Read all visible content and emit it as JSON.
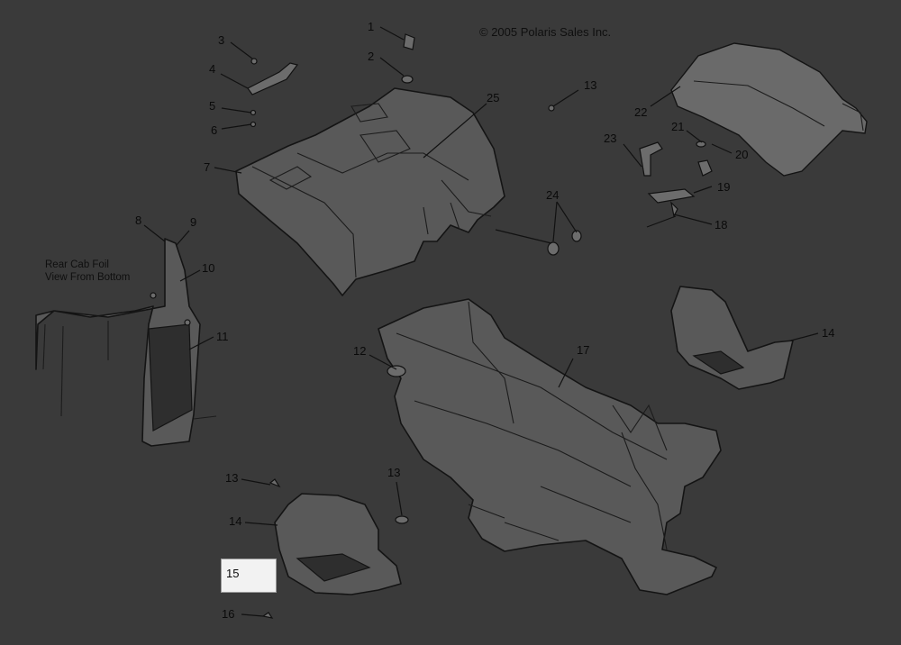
{
  "copyright": "© 2005 Polaris Sales Inc.",
  "view_note": [
    "Rear Cab Foil",
    "View From Bottom"
  ],
  "callouts": {
    "c1": "1",
    "c2": "2",
    "c3": "3",
    "c4": "4",
    "c5": "5",
    "c6": "6",
    "c7": "7",
    "c8": "8",
    "c9": "9",
    "c10": "10",
    "c11": "11",
    "c12": "12",
    "c13a": "13",
    "c13b": "13",
    "c13c": "13",
    "c14a": "14",
    "c14b": "14",
    "c15": "15",
    "c16": "16",
    "c17": "17",
    "c18": "18",
    "c19": "19",
    "c20": "20",
    "c21": "21",
    "c22": "22",
    "c23": "23",
    "c24": "24",
    "c25": "25"
  },
  "highlighted_callout": "15"
}
